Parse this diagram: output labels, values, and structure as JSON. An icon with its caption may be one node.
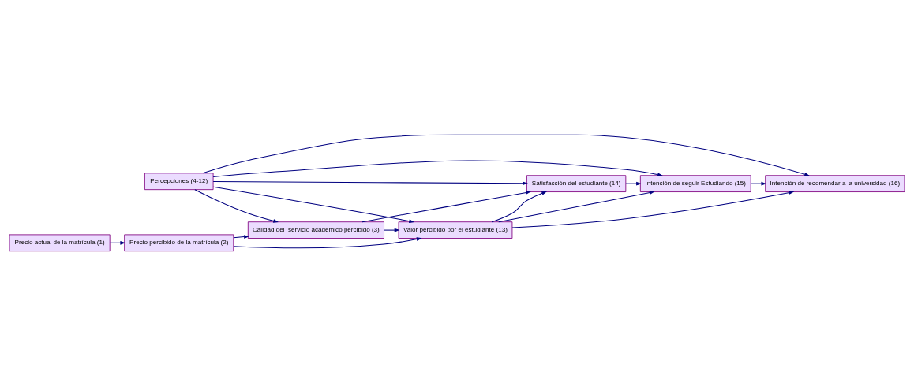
{
  "diagram": {
    "nodes": [
      {
        "text": [
          "Precio actual de la matrícula (1)"
        ]
      },
      {
        "text": [
          "Precio percibido de la matrícula (2)"
        ]
      },
      {
        "text": [
          "Valor percibido por el estudiante (13)"
        ]
      },
      {
        "text": [
          "Calidad del  servicio académico percibido (3)"
        ]
      },
      {
        "text": [
          "Intención de seguir Estudiando (15)"
        ]
      },
      {
        "text": [
          "Intención de recomendar a la universidad (16)"
        ]
      },
      {
        "text": [
          "Satisfacción del estudiante (14)"
        ]
      },
      {
        "text": [
          "Percepciones (4-12)"
        ]
      }
    ],
    "edges": [
      {
        "from": 0,
        "to": 1,
        "arrow": "to"
      },
      {
        "from": 1,
        "to": 2,
        "arrow": "to"
      },
      {
        "from": 1,
        "to": 3,
        "arrow": "to"
      },
      {
        "from": 3,
        "to": 2,
        "arrow": "to"
      },
      {
        "from": 3,
        "to": 6,
        "arrow": "to"
      },
      {
        "from": 7,
        "to": 3,
        "arrow": "to"
      },
      {
        "from": 7,
        "to": 2,
        "arrow": "to"
      },
      {
        "from": 7,
        "to": 6,
        "arrow": "to"
      },
      {
        "from": 2,
        "to": 6,
        "arrow": "to"
      },
      {
        "from": 2,
        "to": 4,
        "arrow": "to"
      },
      {
        "from": 2,
        "to": 5,
        "arrow": "to"
      },
      {
        "from": 6,
        "to": 4,
        "arrow": "to"
      },
      {
        "from": 4,
        "to": 5,
        "arrow": "to"
      },
      {
        "from": 7,
        "to": 4,
        "arrow": "to"
      },
      {
        "from": 7,
        "to": 5,
        "arrow": "to"
      }
    ]
  }
}
